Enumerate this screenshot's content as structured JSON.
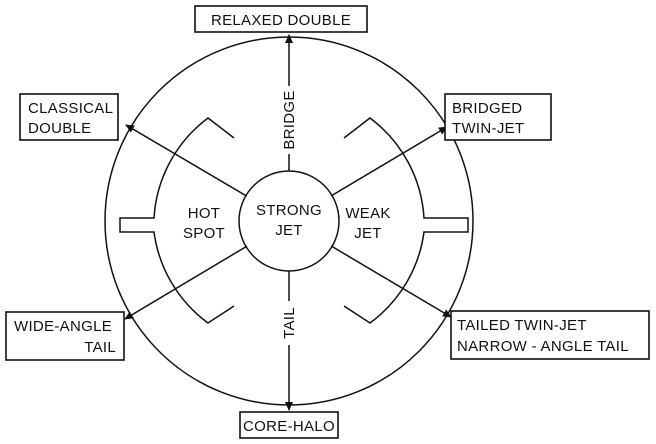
{
  "diagram": {
    "center_lines": [
      "STRONG",
      "JET"
    ],
    "left_region_lines": [
      "HOT",
      "SPOT"
    ],
    "right_region_lines": [
      "WEAK",
      "JET"
    ],
    "top_axis_label": "BRIDGE",
    "bottom_axis_label": "TAIL",
    "boxes": {
      "top": [
        "RELAXED DOUBLE"
      ],
      "upper_left": [
        "CLASSICAL",
        "DOUBLE"
      ],
      "upper_right": [
        "BRIDGED",
        "TWIN-JET"
      ],
      "lower_left": [
        "WIDE-ANGLE",
        "TAIL"
      ],
      "lower_right": [
        "TAILED TWIN-JET",
        "NARROW - ANGLE TAIL"
      ],
      "bottom": [
        "CORE-HALO"
      ]
    }
  }
}
